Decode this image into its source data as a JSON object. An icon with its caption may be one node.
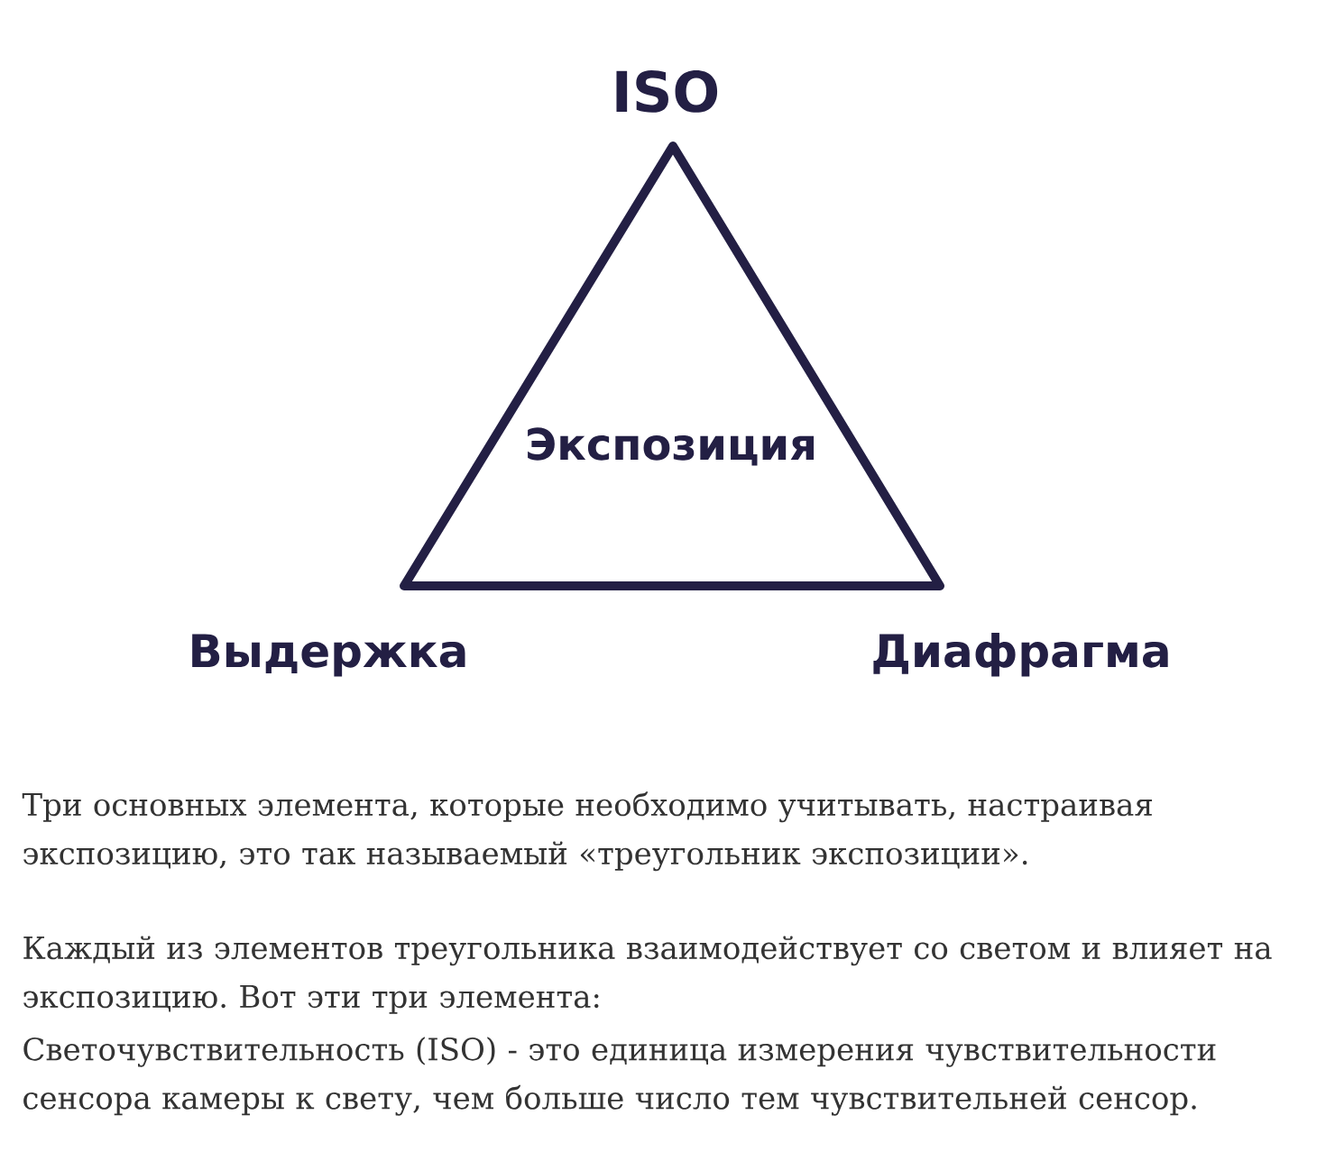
{
  "diagram": {
    "nodes": [
      {
        "text": [
          "Экспозиция"
        ],
        "beside": [
          "ISO",
          "Выдержка",
          "Диафрагма"
        ]
      }
    ],
    "labels": [
      "Три основных элемента, которые необходимо учитывать, настраивая экспозицию, это так называемый «треугольник экспозиции».",
      "Каждый из элементов треугольника взаимодействует со светом и влияет на экспозицию. Вот эти три элемента:",
      "Светочувствительность (ISO) - это единица измерения чувствительности сенсора камеры к свету, чем больше число тем чувствительней сенсор."
    ]
  }
}
